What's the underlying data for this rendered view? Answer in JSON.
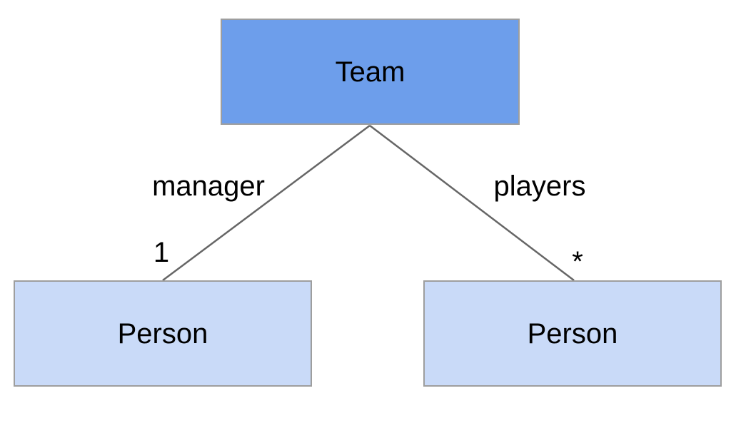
{
  "diagram": {
    "colors": {
      "canvas_bg": "#ffffff",
      "team_fill": "#6d9eeb",
      "person_fill": "#c9daf8",
      "node_border": "#9e9e9e",
      "edge_line": "#666666",
      "text": "#000000"
    },
    "nodes": {
      "team": {
        "label": "Team"
      },
      "person_manager": {
        "label": "Person"
      },
      "person_players": {
        "label": "Person"
      }
    },
    "edges": {
      "manager": {
        "label": "manager",
        "multiplicity": "1"
      },
      "players": {
        "label": "players",
        "multiplicity": "*"
      }
    }
  }
}
